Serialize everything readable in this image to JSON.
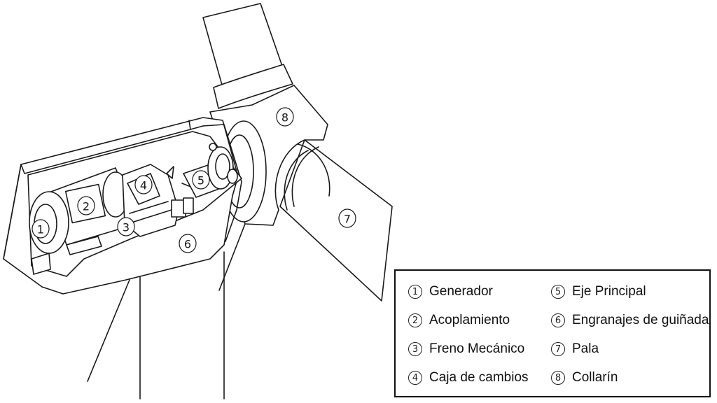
{
  "callouts": {
    "c1": "1",
    "c2": "2",
    "c3": "3",
    "c4": "4",
    "c5": "5",
    "c6": "6",
    "c7": "7",
    "c8": "8"
  },
  "legend": {
    "items": [
      {
        "num": "1",
        "label": "Generador"
      },
      {
        "num": "2",
        "label": "Acoplamiento"
      },
      {
        "num": "3",
        "label": "Freno Mecánico"
      },
      {
        "num": "4",
        "label": "Caja de cambios"
      },
      {
        "num": "5",
        "label": "Eje Principal"
      },
      {
        "num": "6",
        "label": "Engranajes de guiñada"
      },
      {
        "num": "7",
        "label": "Pala"
      },
      {
        "num": "8",
        "label": "Collarín"
      }
    ]
  }
}
